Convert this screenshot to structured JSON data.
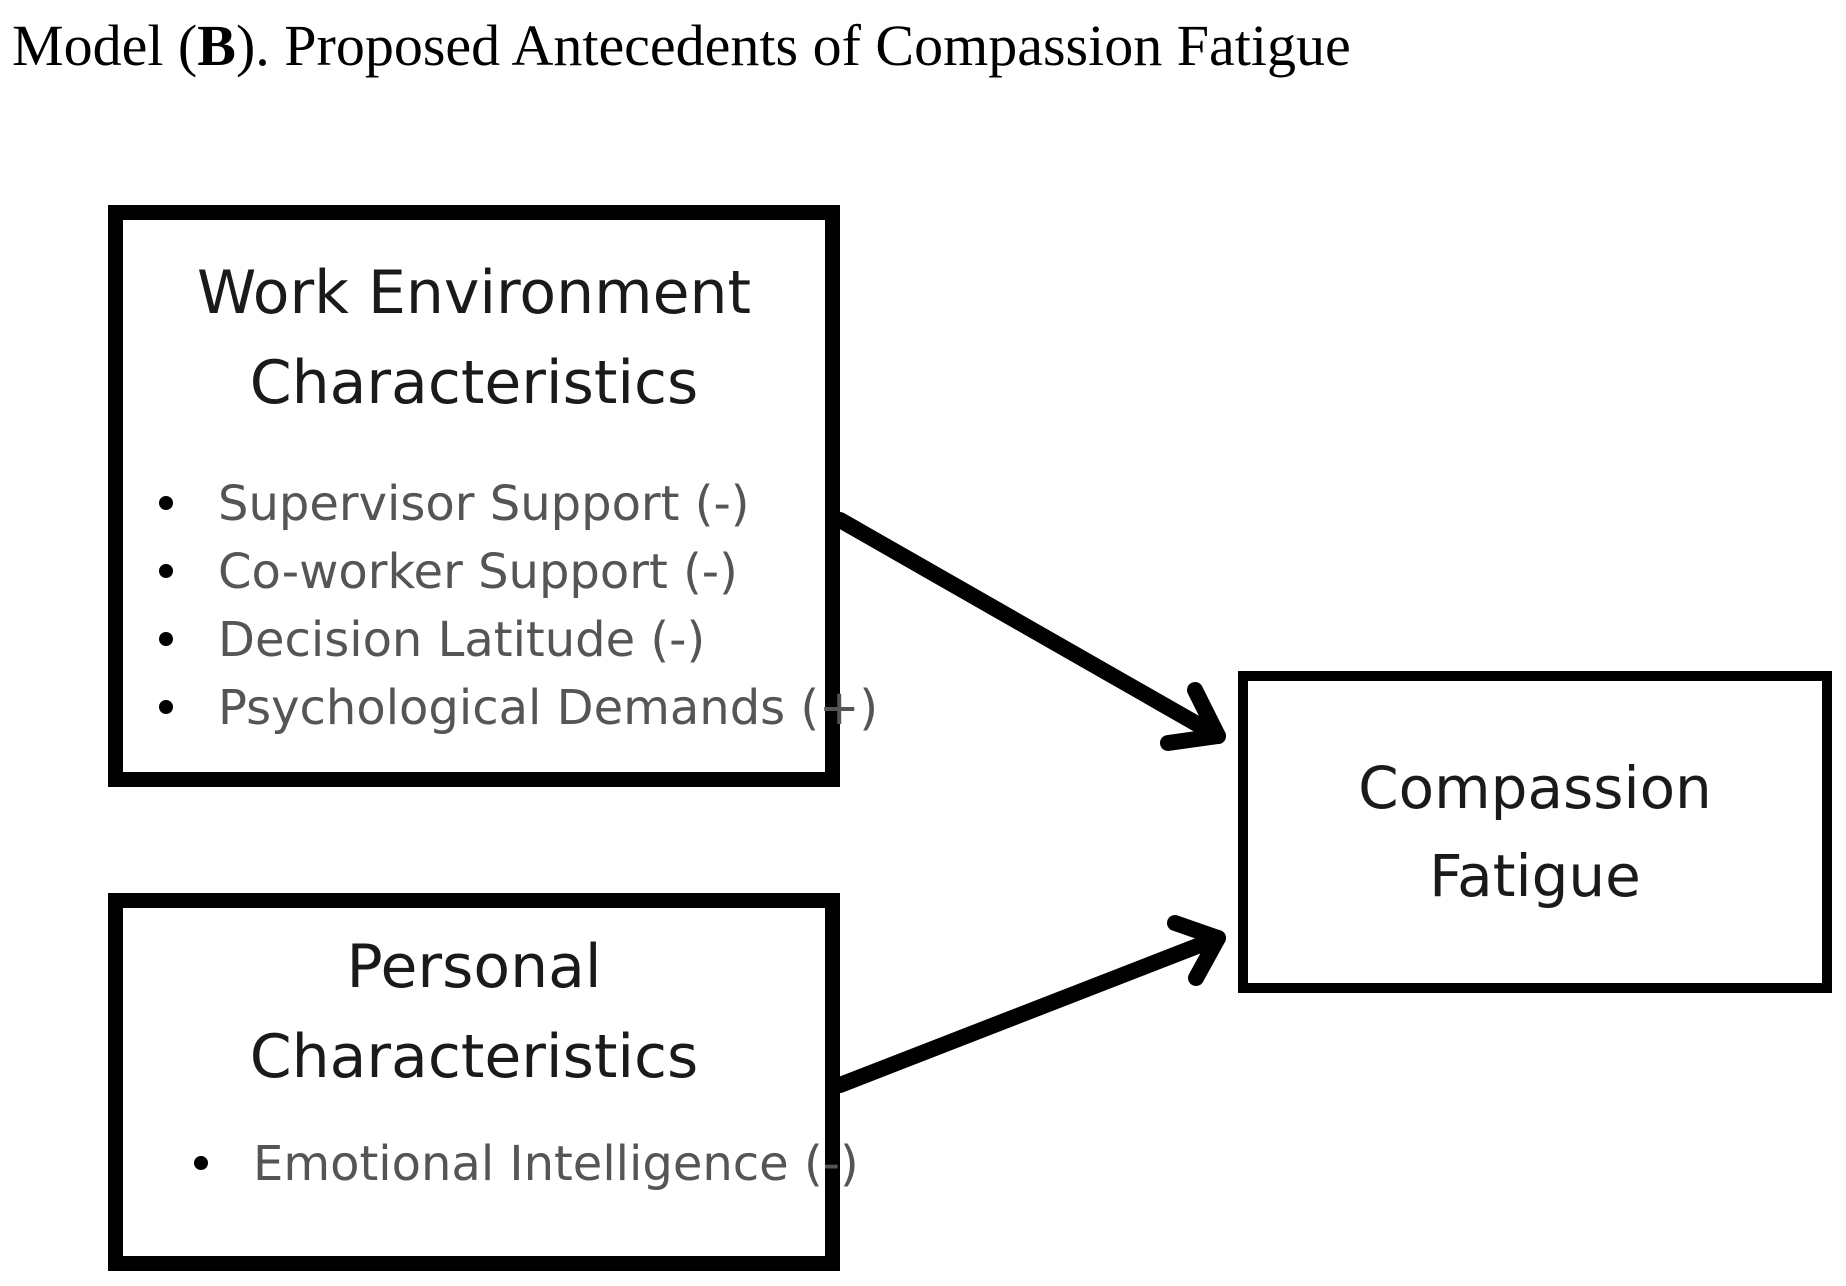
{
  "caption": {
    "prefix": "Model (",
    "bold": "B",
    "suffix": "). Proposed Antecedents of Compassion Fatigue"
  },
  "nodes": {
    "work": {
      "title_line1": "Work Environment",
      "title_line2": "Characteristics",
      "items": [
        "Supervisor Support (-)",
        "Co-worker Support (-)",
        "Decision Latitude (-)",
        "Psychological Demands (+)"
      ]
    },
    "personal": {
      "title_line1": "Personal",
      "title_line2": "Characteristics",
      "items": [
        "Emotional Intelligence (-)"
      ]
    },
    "outcome": {
      "title_line1": "Compassion",
      "title_line2": "Fatigue"
    }
  },
  "edges": [
    {
      "from": "work",
      "to": "outcome"
    },
    {
      "from": "personal",
      "to": "outcome"
    }
  ]
}
